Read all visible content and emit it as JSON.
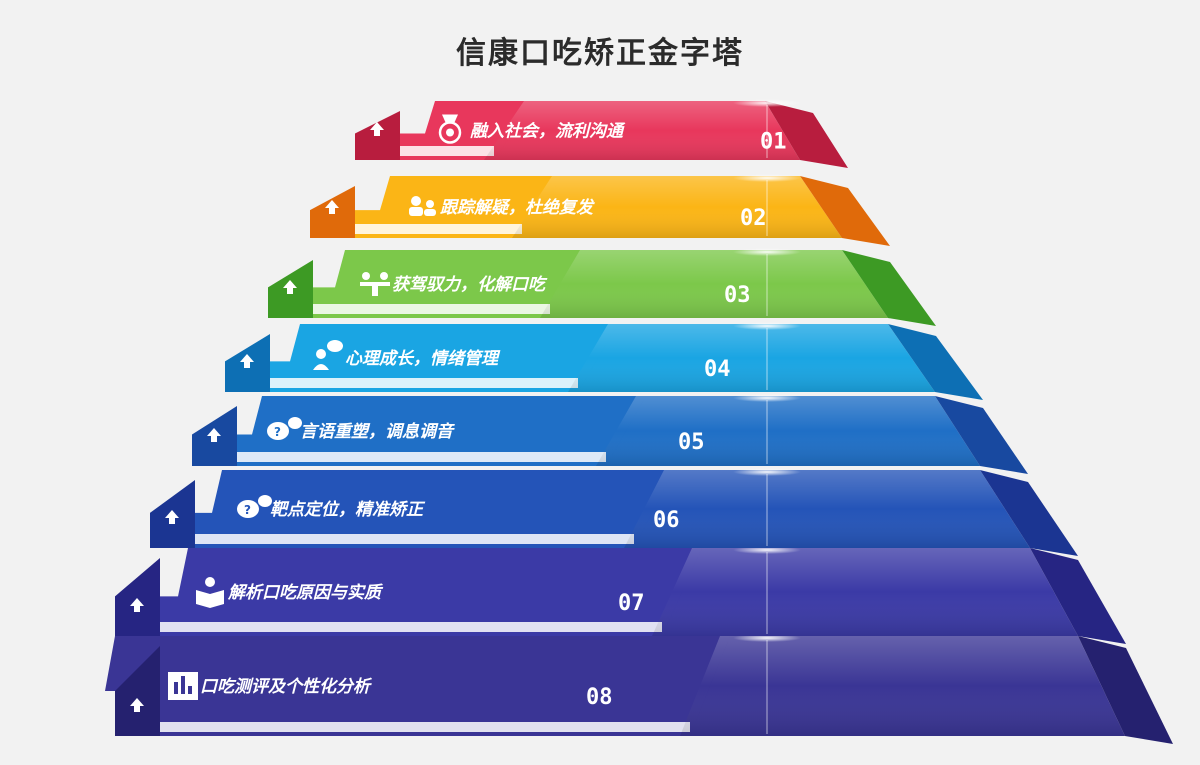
{
  "title": "信康口吃矫正金字塔",
  "levels": [
    {
      "number": "01",
      "label": "融入社会，流利沟通",
      "icon": "medal-icon",
      "color": "#e8375c",
      "dark": "#b81d3e"
    },
    {
      "number": "02",
      "label": "跟踪解疑，杜绝复发",
      "icon": "users-icon",
      "color": "#fbb516",
      "dark": "#e06a0a"
    },
    {
      "number": "03",
      "label": "获驾驭力，化解口吃",
      "icon": "meeting-icon",
      "color": "#7cc84a",
      "dark": "#3d9a24"
    },
    {
      "number": "04",
      "label": "心理成长，情绪管理",
      "icon": "person-chat-icon",
      "color": "#1aa5e3",
      "dark": "#0d6fb4"
    },
    {
      "number": "05",
      "label": "言语重塑，调息调音",
      "icon": "speech-bubbles-icon",
      "color": "#1f6fc6",
      "dark": "#1849a0"
    },
    {
      "number": "06",
      "label": "靶点定位，精准矫正",
      "icon": "speech-bubbles-icon",
      "color": "#2454b8",
      "dark": "#1b3592"
    },
    {
      "number": "07",
      "label": "解析口吃原因与实质",
      "icon": "reader-icon",
      "color": "#3b3aa6",
      "dark": "#262583"
    },
    {
      "number": "08",
      "label": "口吃测评及个性化分析",
      "icon": "bar-chart-icon",
      "color": "#3a3595",
      "dark": "#25216f"
    }
  ]
}
